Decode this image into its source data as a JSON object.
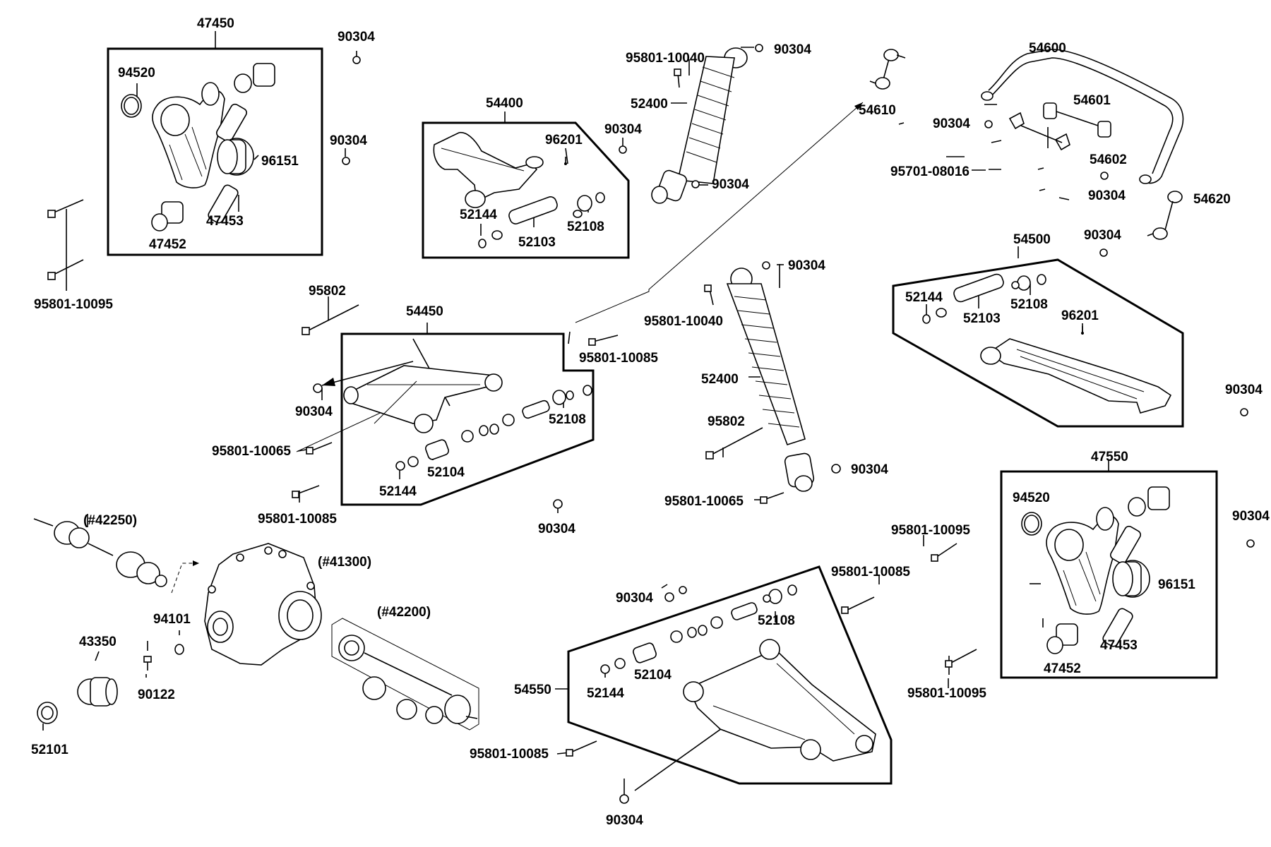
{
  "labels": {
    "l47450": "47450",
    "l90304_a": "90304",
    "l94520_a": "94520",
    "l96151_a": "96151",
    "l47452_a": "47452",
    "l47453_a": "47453",
    "l90304_b": "90304",
    "l95801_10095_a": "95801-10095",
    "l54400": "54400",
    "l96201_a": "96201",
    "l52144_a": "52144",
    "l52103_a": "52103",
    "l52108_a": "52108",
    "l90304_c": "90304",
    "l95801_10040_a": "95801-10040",
    "l90304_d": "90304",
    "l52400_a": "52400",
    "l90304_e": "90304",
    "l54610": "54610",
    "l54600": "54600",
    "l54601": "54601",
    "l90304_f": "90304",
    "l54602": "54602",
    "l95701_08016": "95701-08016",
    "l90304_g": "90304",
    "l54620": "54620",
    "l90304_h": "90304",
    "l95802_a": "95802",
    "l54450": "54450",
    "l90304_i": "90304",
    "l95801_10085_a": "95801-10085",
    "l52108_b": "52108",
    "l95801_10065_a": "95801-10065",
    "l52104_a": "52104",
    "l52144_b": "52144",
    "l95801_10085_b": "95801-10085",
    "l90304_j": "90304",
    "l90304_k": "90304",
    "l95801_10040_b": "95801-10040",
    "l52400_b": "52400",
    "l95802_b": "95802",
    "l90304_l": "90304",
    "l95801_10065_b": "95801-10065",
    "l54500": "54500",
    "l52144_c": "52144",
    "l52103_b": "52103",
    "l52108_c": "52108",
    "l96201_b": "96201",
    "l90304_m": "90304",
    "l47550": "47550",
    "l94520_b": "94520",
    "l96151_b": "96151",
    "l47452_b": "47452",
    "l47453_b": "47453",
    "l90304_n": "90304",
    "l95801_10095_b": "95801-10095",
    "l95801_10085_c": "95801-10085",
    "l95801_10095_c": "95801-10095",
    "l42250": "(#42250)",
    "l41300": "(#41300)",
    "l42200": "(#42200)",
    "l94101": "94101",
    "l43350": "43350",
    "l90122": "90122",
    "l52101": "52101",
    "l90304_o": "90304",
    "l54550": "54550",
    "l52108_d": "52108",
    "l52104_b": "52104",
    "l52144_d": "52144",
    "l95801_10085_d": "95801-10085",
    "l90304_p": "90304"
  }
}
